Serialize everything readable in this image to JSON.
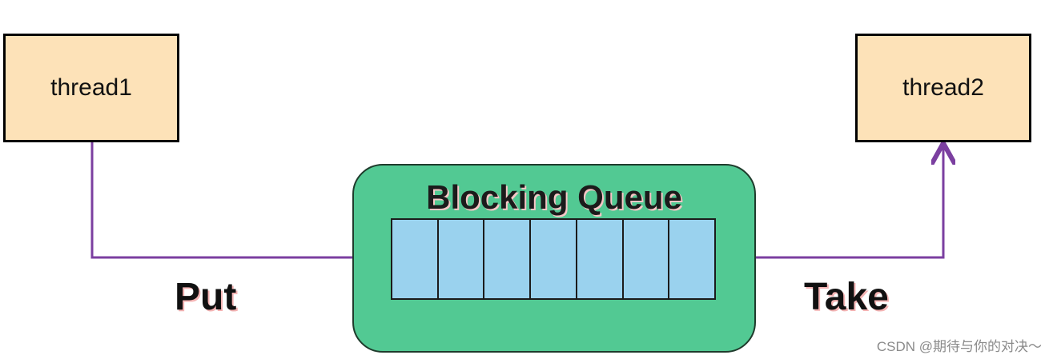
{
  "threads": {
    "producer": "thread1",
    "consumer": "thread2"
  },
  "queue": {
    "title": "Blocking Queue",
    "slot_count": 7
  },
  "operations": {
    "put": "Put",
    "take": "Take"
  },
  "watermark": "CSDN @期待与你的对决～",
  "colors": {
    "thread_fill": "#fde2b8",
    "queue_fill": "#52c993",
    "slot_fill": "#9ad2ee",
    "arrow": "#7b3fa0"
  }
}
